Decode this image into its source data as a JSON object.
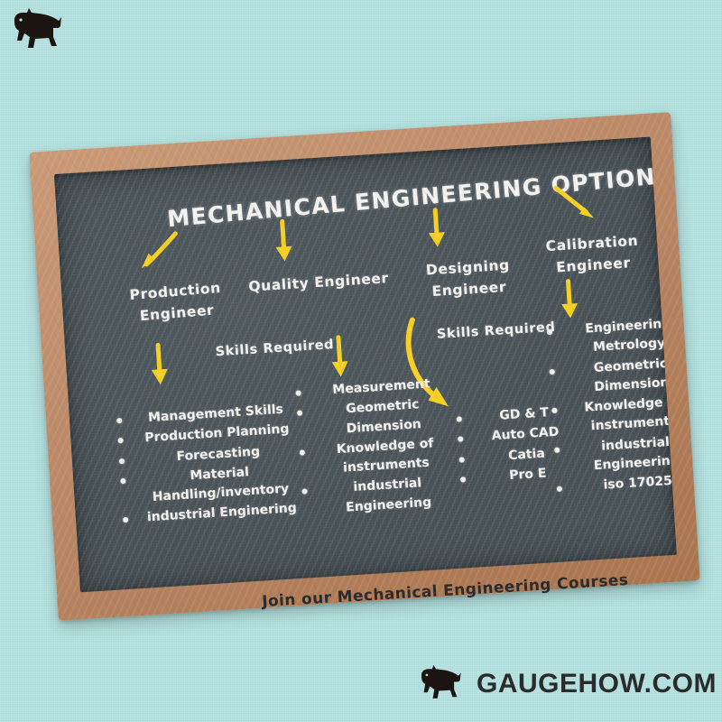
{
  "background_color": "#b2e2e0",
  "board": {
    "frame_color": "#b5825f",
    "surface_color": "#455055",
    "chalk_color": "#f4f3ef",
    "accent_color": "#f5cf22",
    "title": "MECHANICAL ENGINEERING OPTIONS"
  },
  "columns": [
    {
      "heading": "Production Engineer",
      "skills_label": "",
      "items": [
        "Management Skills",
        "Production Planning",
        "Forecasting",
        "Material Handling/inventory",
        "industrial Enginering"
      ]
    },
    {
      "heading": "Quality Engineer",
      "skills_label": "Skills Required",
      "items": [
        "Measurement",
        "Geometric Dimension",
        "Knowledge of instruments",
        "industrial Engineering"
      ]
    },
    {
      "heading": "Designing Engineer",
      "skills_label": "Skills Required",
      "items": [
        "GD & T",
        "Auto CAD",
        "Catia",
        "Pro E"
      ]
    },
    {
      "heading": "Calibration Engineer",
      "skills_label": "",
      "items": [
        "Engineering Metrology",
        "Geometric Dimension",
        "Knowledge of instruments",
        "industrial Engineering",
        "iso 17025"
      ]
    }
  ],
  "footer": {
    "note": "Join our Mechanical Engineering Courses"
  },
  "branding": {
    "site": "GAUGEHOW.COM",
    "mark": "dog-silhouette-icon",
    "mark_color": "#1c1410"
  }
}
